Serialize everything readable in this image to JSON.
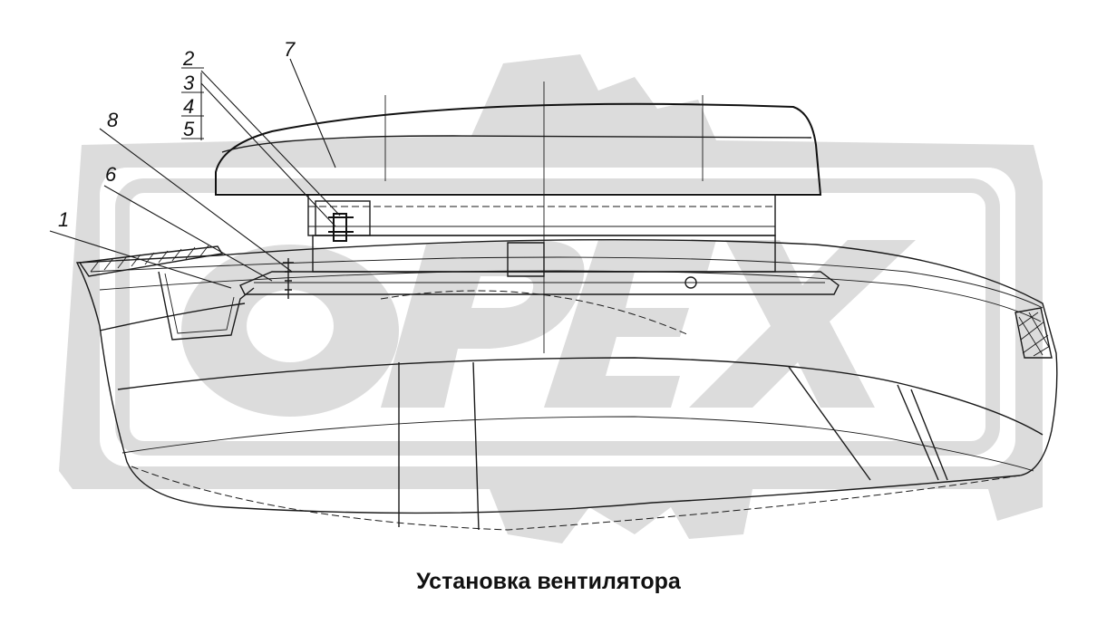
{
  "caption": "Установка вентилятора",
  "callouts": {
    "c1": "1",
    "c2": "2",
    "c3": "3",
    "c4": "4",
    "c5": "5",
    "c6": "6",
    "c7": "7",
    "c8": "8"
  },
  "watermark": {
    "shape": "gear-logo",
    "color": "#dcdcdc"
  },
  "colors": {
    "line": "#1a1a1a",
    "background": "#ffffff"
  }
}
